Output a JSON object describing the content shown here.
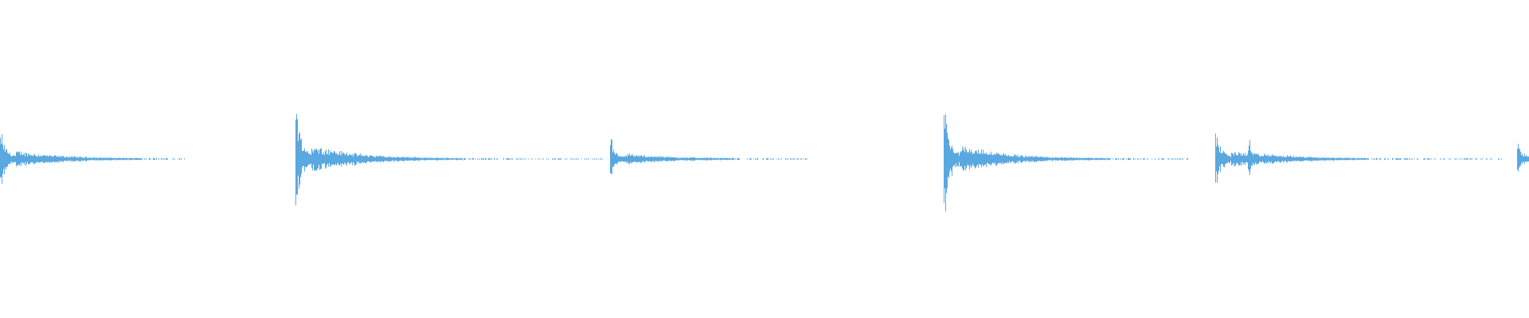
{
  "waveform": {
    "color": "#5aa8e0",
    "background": "#ffffff",
    "bursts": [
      {
        "start": 0.0,
        "peak": 0.55,
        "decay_end": 0.121
      },
      {
        "start": 0.193,
        "peak": 1.0,
        "decay_end": 0.395
      },
      {
        "start": 0.399,
        "peak": 0.36,
        "decay_end": 0.528
      },
      {
        "start": 0.617,
        "peak": 1.0,
        "decay_end": 0.777
      },
      {
        "start": 0.795,
        "peak": 0.55,
        "decay_end": 0.986
      },
      {
        "start": 0.816,
        "peak": 0.35,
        "decay_end": 0.986
      },
      {
        "start": 0.992,
        "peak": 0.32,
        "decay_end": 1.0
      }
    ]
  }
}
